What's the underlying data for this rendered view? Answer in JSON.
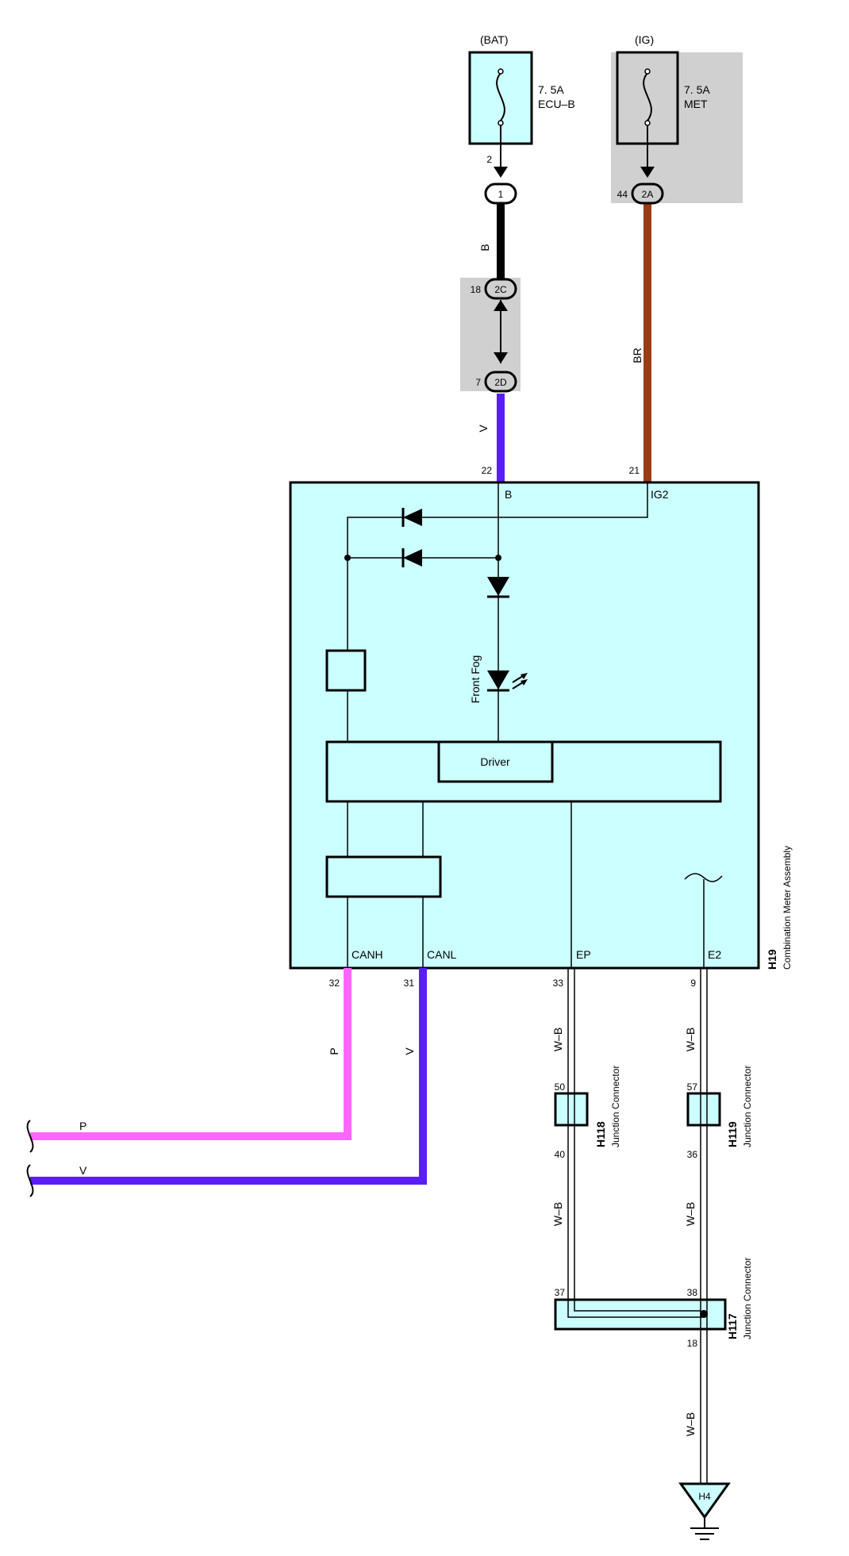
{
  "fuses": {
    "bat": {
      "source": "(BAT)",
      "rating": "7. 5A",
      "name": "ECU–B"
    },
    "ig": {
      "source": "(IG)",
      "rating": "7. 5A",
      "name": "MET"
    }
  },
  "connectors": {
    "c1": {
      "id": "1",
      "pin": "2"
    },
    "c2c": {
      "id": "2C",
      "pin": "18"
    },
    "c2d": {
      "id": "2D",
      "pin": "7"
    },
    "c2a": {
      "id": "2A",
      "pin": "44"
    }
  },
  "wires": {
    "b": "B",
    "v": "V",
    "br": "BR",
    "p": "P",
    "wb": "W–B"
  },
  "meter": {
    "code": "H19",
    "name": "Combination Meter Assembly",
    "pins": {
      "b": {
        "num": "22",
        "label": "B"
      },
      "ig2": {
        "num": "21",
        "label": "IG2"
      },
      "canh": {
        "num": "32",
        "label": "CANH"
      },
      "canl": {
        "num": "31",
        "label": "CANL"
      },
      "ep": {
        "num": "33",
        "label": "EP"
      },
      "e2": {
        "num": "9",
        "label": "E2"
      }
    },
    "lamp_label": "Front Fog",
    "driver_label": "Driver"
  },
  "junctions": {
    "h118": {
      "code": "H118",
      "name": "Junction Connector",
      "pin_in": "50",
      "pin_out": "40"
    },
    "h119": {
      "code": "H119",
      "name": "Junction Connector",
      "pin_in": "57",
      "pin_out": "36"
    },
    "h117": {
      "code": "H117",
      "name": "Junction Connector",
      "pin_a": "37",
      "pin_b": "38",
      "pin_out": "18"
    }
  },
  "ground": {
    "code": "H4"
  },
  "colors": {
    "box_fill": "#ccffff",
    "shade": "#d0d0d0",
    "wire_black": "#000000",
    "wire_violet": "#5a1ff0",
    "wire_brown": "#9a3c14",
    "wire_pink": "#ff66ff"
  }
}
